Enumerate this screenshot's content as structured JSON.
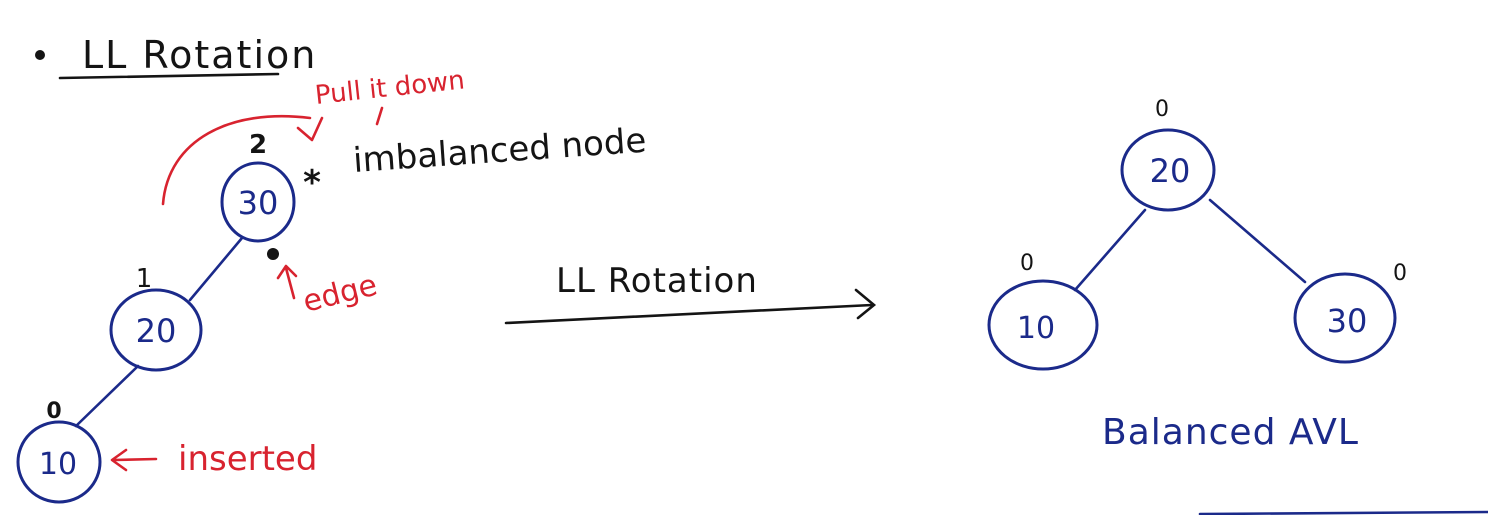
{
  "title": {
    "bullet": "•",
    "text": "LL Rotation"
  },
  "colors": {
    "ink_black": "#141414",
    "ink_blue": "#1b2a8a",
    "ink_red": "#d8232f",
    "paper": "#ffffff"
  },
  "before_tree": {
    "nodes": [
      {
        "id": "n30",
        "value": "30",
        "balance_factor": "2"
      },
      {
        "id": "n20",
        "value": "20",
        "balance_factor": "1"
      },
      {
        "id": "n10",
        "value": "10",
        "balance_factor": "0"
      }
    ],
    "imbalance_marker": "*",
    "annotations": {
      "imbalanced_node": "imbalanced node",
      "pull_it_down": "Pull it down",
      "edge": "edge",
      "inserted": "inserted"
    }
  },
  "transition": {
    "label": "LL Rotation"
  },
  "after_tree": {
    "nodes": [
      {
        "id": "m20",
        "value": "20",
        "balance_factor": "0"
      },
      {
        "id": "m10",
        "value": "10",
        "balance_factor": "0"
      },
      {
        "id": "m30",
        "value": "30",
        "balance_factor": "0"
      }
    ],
    "caption": "Balanced AVL"
  }
}
